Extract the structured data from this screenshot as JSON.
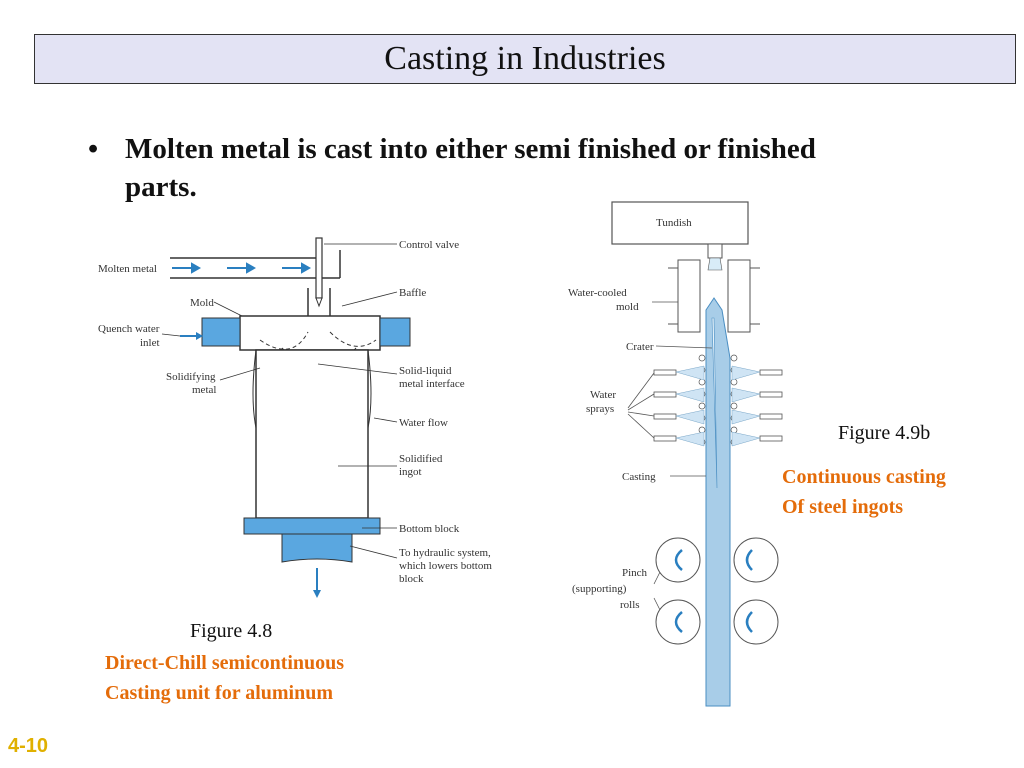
{
  "slide": {
    "title": "Casting in Industries",
    "bullet_glyph": "•",
    "bullet_text": "Molten metal is cast into either semi finished or finished parts.",
    "slide_number": "4-10"
  },
  "figure_48": {
    "caption": "Figure 4.8",
    "description_line1": "Direct-Chill semicontinuous",
    "description_line2": "Casting unit for aluminum",
    "labels": {
      "control_valve": "Control valve",
      "molten_metal": "Molten metal",
      "baffle": "Baffle",
      "mold": "Mold",
      "quench_water_inlet_1": "Quench water",
      "quench_water_inlet_2": "inlet",
      "solid_liquid_1": "Solid-liquid",
      "solid_liquid_2": "metal interface",
      "solidifying_1": "Solidifying",
      "solidifying_2": "metal",
      "water_flow": "Water flow",
      "solidified_1": "Solidified",
      "solidified_2": "ingot",
      "bottom_block": "Bottom block",
      "hydraulic_1": "To hydraulic system,",
      "hydraulic_2": "which lowers bottom",
      "hydraulic_3": "block"
    }
  },
  "figure_49b": {
    "caption": "Figure 4.9b",
    "description_line1": "Continuous casting",
    "description_line2": "Of steel ingots",
    "labels": {
      "tundish": "Tundish",
      "water_cooled_1": "Water-cooled",
      "water_cooled_2": "mold",
      "crater": "Crater",
      "water_sprays_1": "Water",
      "water_sprays_2": "sprays",
      "casting": "Casting",
      "pinch_1": "Pinch",
      "pinch_2": "(supporting)",
      "pinch_3": "rolls"
    }
  },
  "colors": {
    "title_bg": "#e3e3f4",
    "accent_orange": "#e46c0a",
    "slide_number": "#e0b000",
    "metal_blue": "#a8cde8",
    "arrow_blue": "#2a7fc0"
  }
}
